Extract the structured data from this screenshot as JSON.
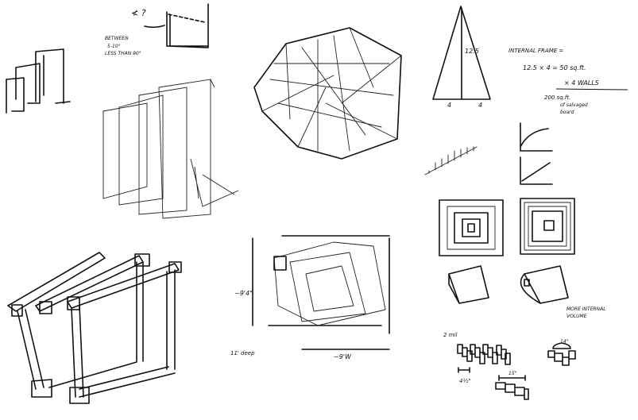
{
  "sketch": {
    "angle_note": "≮ ?",
    "angle_range": [
      "BETWEEN",
      "5-10°",
      "LESS THAN 90°"
    ],
    "triangle": {
      "height": "12.5",
      "base_left": "4",
      "base_right": "4"
    },
    "calc": {
      "title": "INTERNAL FRAME =",
      "line1": "12.5 × 4 = 50 sq.ft.",
      "line2": "× 4 WALLS",
      "line3": "200 sq.ft.",
      "line4": "of salvaged",
      "line5": "board"
    },
    "plan": {
      "height": "~9'4\"",
      "depth": "11' deep",
      "width": "~9'W"
    },
    "volume_note": [
      "MORE INTERNAL",
      "VOLUME"
    ],
    "boards": {
      "label": "2 mil",
      "spacing": "4½\"",
      "span1": "15\"",
      "span2": "14\""
    }
  }
}
